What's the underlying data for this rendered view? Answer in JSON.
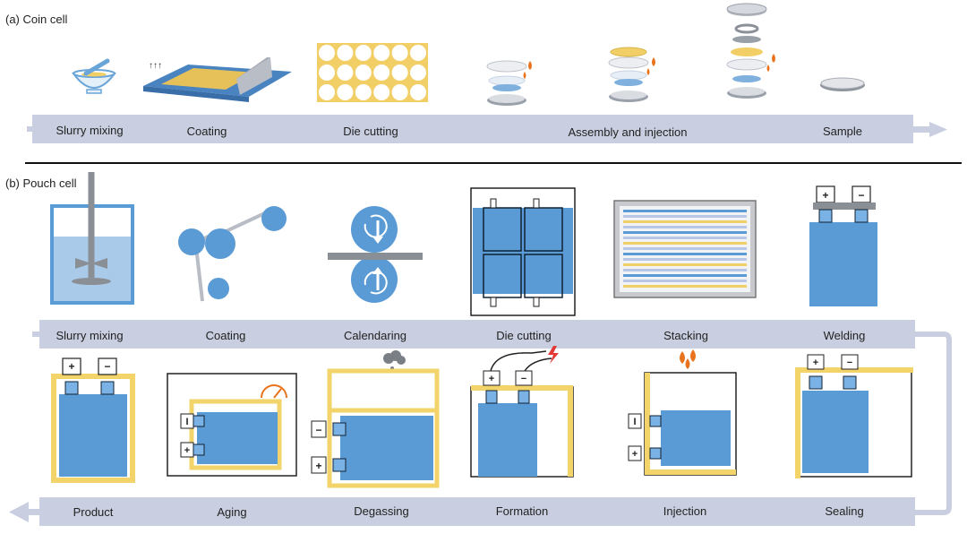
{
  "coin": {
    "label": "(a)  Coin cell",
    "steps": [
      "Slurry mixing",
      "Coating",
      "Die cutting",
      "Assembly and injection",
      "Sample"
    ]
  },
  "pouch": {
    "label": "(b)  Pouch cell",
    "top_steps": [
      "Slurry mixing",
      "Coating",
      "Calendaring",
      "Die cutting",
      "Stacking",
      "Welding"
    ],
    "bottom_steps": [
      "Product",
      "Aging",
      "Degassing",
      "Formation",
      "Injection",
      "Sealing"
    ]
  },
  "terminals": {
    "plus": "+",
    "minus": "−",
    "minus_bar": "I"
  },
  "colors": {
    "band": "#c9cfe0",
    "blue": "#5b9bd5",
    "light_blue": "#a9cbe9",
    "gold": "#f2cf66",
    "yellow_frame": "#f9e08a",
    "orange": "#e8731c",
    "red": "#e53935"
  },
  "icons": [
    "mortar-icon",
    "doctor-blade-coater-icon",
    "die-cut-sheet-icon",
    "coin-stack-icon",
    "coin-sample-icon",
    "mixer-tank-icon",
    "roller-coater-icon",
    "calender-rollers-icon",
    "electrode-grid-icon",
    "stack-layers-icon",
    "welded-cell-icon",
    "pouch-cell-icon",
    "gauge-icon",
    "gas-cloud-icon",
    "lightning-icon",
    "electrolyte-drop-icon"
  ]
}
